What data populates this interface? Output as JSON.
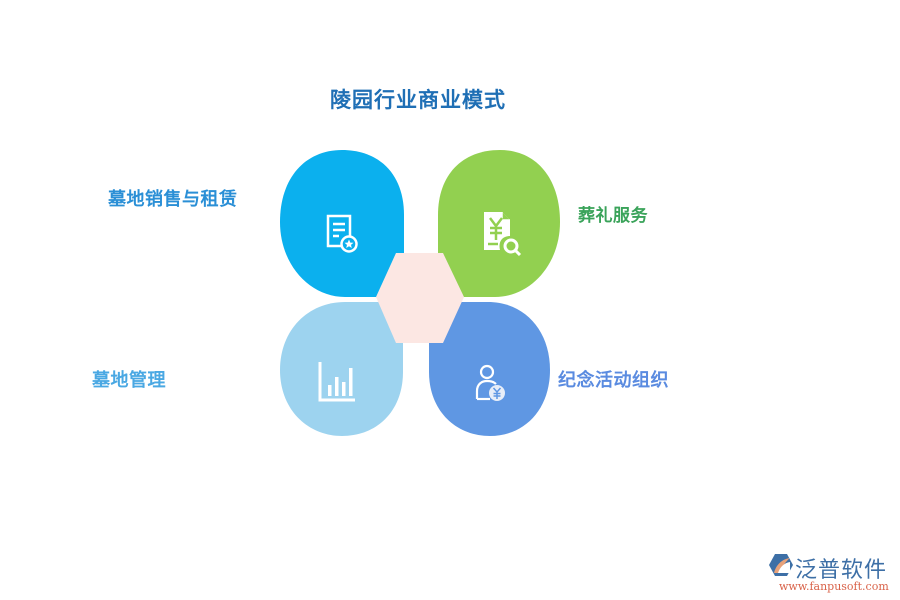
{
  "title": "陵园行业商业模式",
  "colors": {
    "title": "#1f6fb5",
    "petal_top_left": "#0bb0ee",
    "petal_top_right": "#92d050",
    "petal_bottom_left": "#9dd3ef",
    "petal_bottom_right": "#5f97e3",
    "hexagon": "#fce7e3",
    "label_top_left": "#2a8fd6",
    "label_top_right": "#3aa35a",
    "label_bottom_left": "#4aa8e3",
    "label_bottom_right": "#5a8be0"
  },
  "items": [
    {
      "position": "top-left",
      "label": "墓地销售与租赁",
      "icon": "certificate-document-icon"
    },
    {
      "position": "top-right",
      "label": "葬礼服务",
      "icon": "invoice-search-icon"
    },
    {
      "position": "bottom-left",
      "label": "墓地管理",
      "icon": "bar-chart-icon"
    },
    {
      "position": "bottom-right",
      "label": "纪念活动组织",
      "icon": "user-payment-icon"
    }
  ],
  "center": {
    "shape": "hexagon"
  },
  "logo": {
    "name": "泛普软件",
    "url": "www.fanpusoft.com"
  }
}
